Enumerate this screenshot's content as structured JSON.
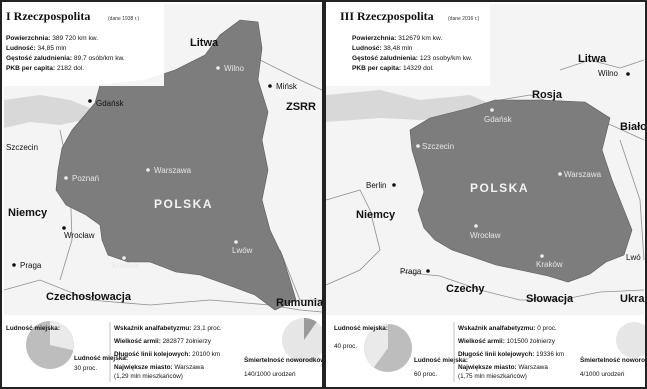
{
  "colors": {
    "land": "#f4f4f4",
    "poland": "#7d7d7d",
    "border": "#8f8f8f",
    "sea": "#d8d8d8",
    "divider": "#222222"
  },
  "left": {
    "title": "I Rzeczpospolita",
    "title_note": "(dane 1938 r.)",
    "stats": [
      {
        "key": "Powierzchnia:",
        "value": "389 720 km kw."
      },
      {
        "key": "Ludność:",
        "value": "34,85 mln"
      },
      {
        "key": "Gęstość zaludnienia:",
        "value": "89,7 osób/km kw."
      },
      {
        "key": "PKB per capita:",
        "value": "2182 dol."
      }
    ],
    "countries": {
      "poland": "POLSKA",
      "litwa": "Litwa",
      "zssr": "ZSRR",
      "niemcy": "Niemcy",
      "czecho": "Czechosłowacja",
      "rumunia": "Rumunia"
    },
    "cities": {
      "gdansk": "Gdańsk",
      "poznan": "Poznań",
      "warszawa": "Warszawa",
      "wilno": "Wilno",
      "minsk": "Mińsk",
      "szczecin": "Szczecin",
      "wroclaw": "Wrocław",
      "krakow": "Kraków",
      "lwow": "Lwów",
      "praga": "Praga"
    },
    "footer": {
      "urban_left_label": "Ludność miejska:",
      "urban_label": "Ludność miejska:",
      "urban_value": "30 proc.",
      "illiteracy_key": "Wskaźnik analfabetyzmu:",
      "illiteracy_value": "23,1 proc.",
      "army_key": "Wielkość armii:",
      "army_value": "282877 żołnierzy",
      "rail_key": "Długość linii kolejowych:",
      "rail_value": "20100 km",
      "city_key": "Największe miasto:",
      "city_value": "Warszawa",
      "city_sub": "(1,29 mln mieszkańców)",
      "mortality_label": "Śmiertelność noworodków:",
      "mortality_value": "140/1000 urodzeń"
    }
  },
  "right": {
    "title": "III Rzeczpospolita",
    "title_note": "(dane 2016 r.)",
    "stats": [
      {
        "key": "Powierzchnia:",
        "value": "312679 km kw."
      },
      {
        "key": "Ludność:",
        "value": "38,48 mln"
      },
      {
        "key": "Gęstość zaludnienia:",
        "value": "123 osoby/km kw."
      },
      {
        "key": "PKB per capita:",
        "value": "14329 dol."
      }
    ],
    "countries": {
      "poland": "POLSKA",
      "litwa": "Litwa",
      "rosja": "Rosja",
      "bialorus": "Biało",
      "niemcy": "Niemcy",
      "czechy": "Czechy",
      "slowacja": "Słowacja",
      "ukraina": "Ukrai"
    },
    "cities": {
      "gdansk": "Gdańsk",
      "szczecin": "Szczecin",
      "warszawa": "Warszawa",
      "wilno": "Wilno",
      "berlin": "Berlin",
      "wroclaw": "Wrocław",
      "krakow": "Kraków",
      "praga": "Praga",
      "lwow": "Lwó"
    },
    "footer": {
      "urban_left_label": "Ludność miejska:",
      "urban_left_value": "40 proc.",
      "urban_label": "Ludność miejska:",
      "urban_value": "60 proc.",
      "illiteracy_key": "Wskaźnik analfabetyzmu:",
      "illiteracy_value": "0 proc.",
      "army_key": "Wielkość armii:",
      "army_value": "101500 żołnierzy",
      "rail_key": "Długość linii kolejowych:",
      "rail_value": "19336 km",
      "city_key": "Największe miasto:",
      "city_value": "Warszawa",
      "city_sub": "(1,75 mln mieszkańców)",
      "mortality_label": "Śmiertelność noworodków:",
      "mortality_value": "4/1000 urodzeń"
    }
  }
}
